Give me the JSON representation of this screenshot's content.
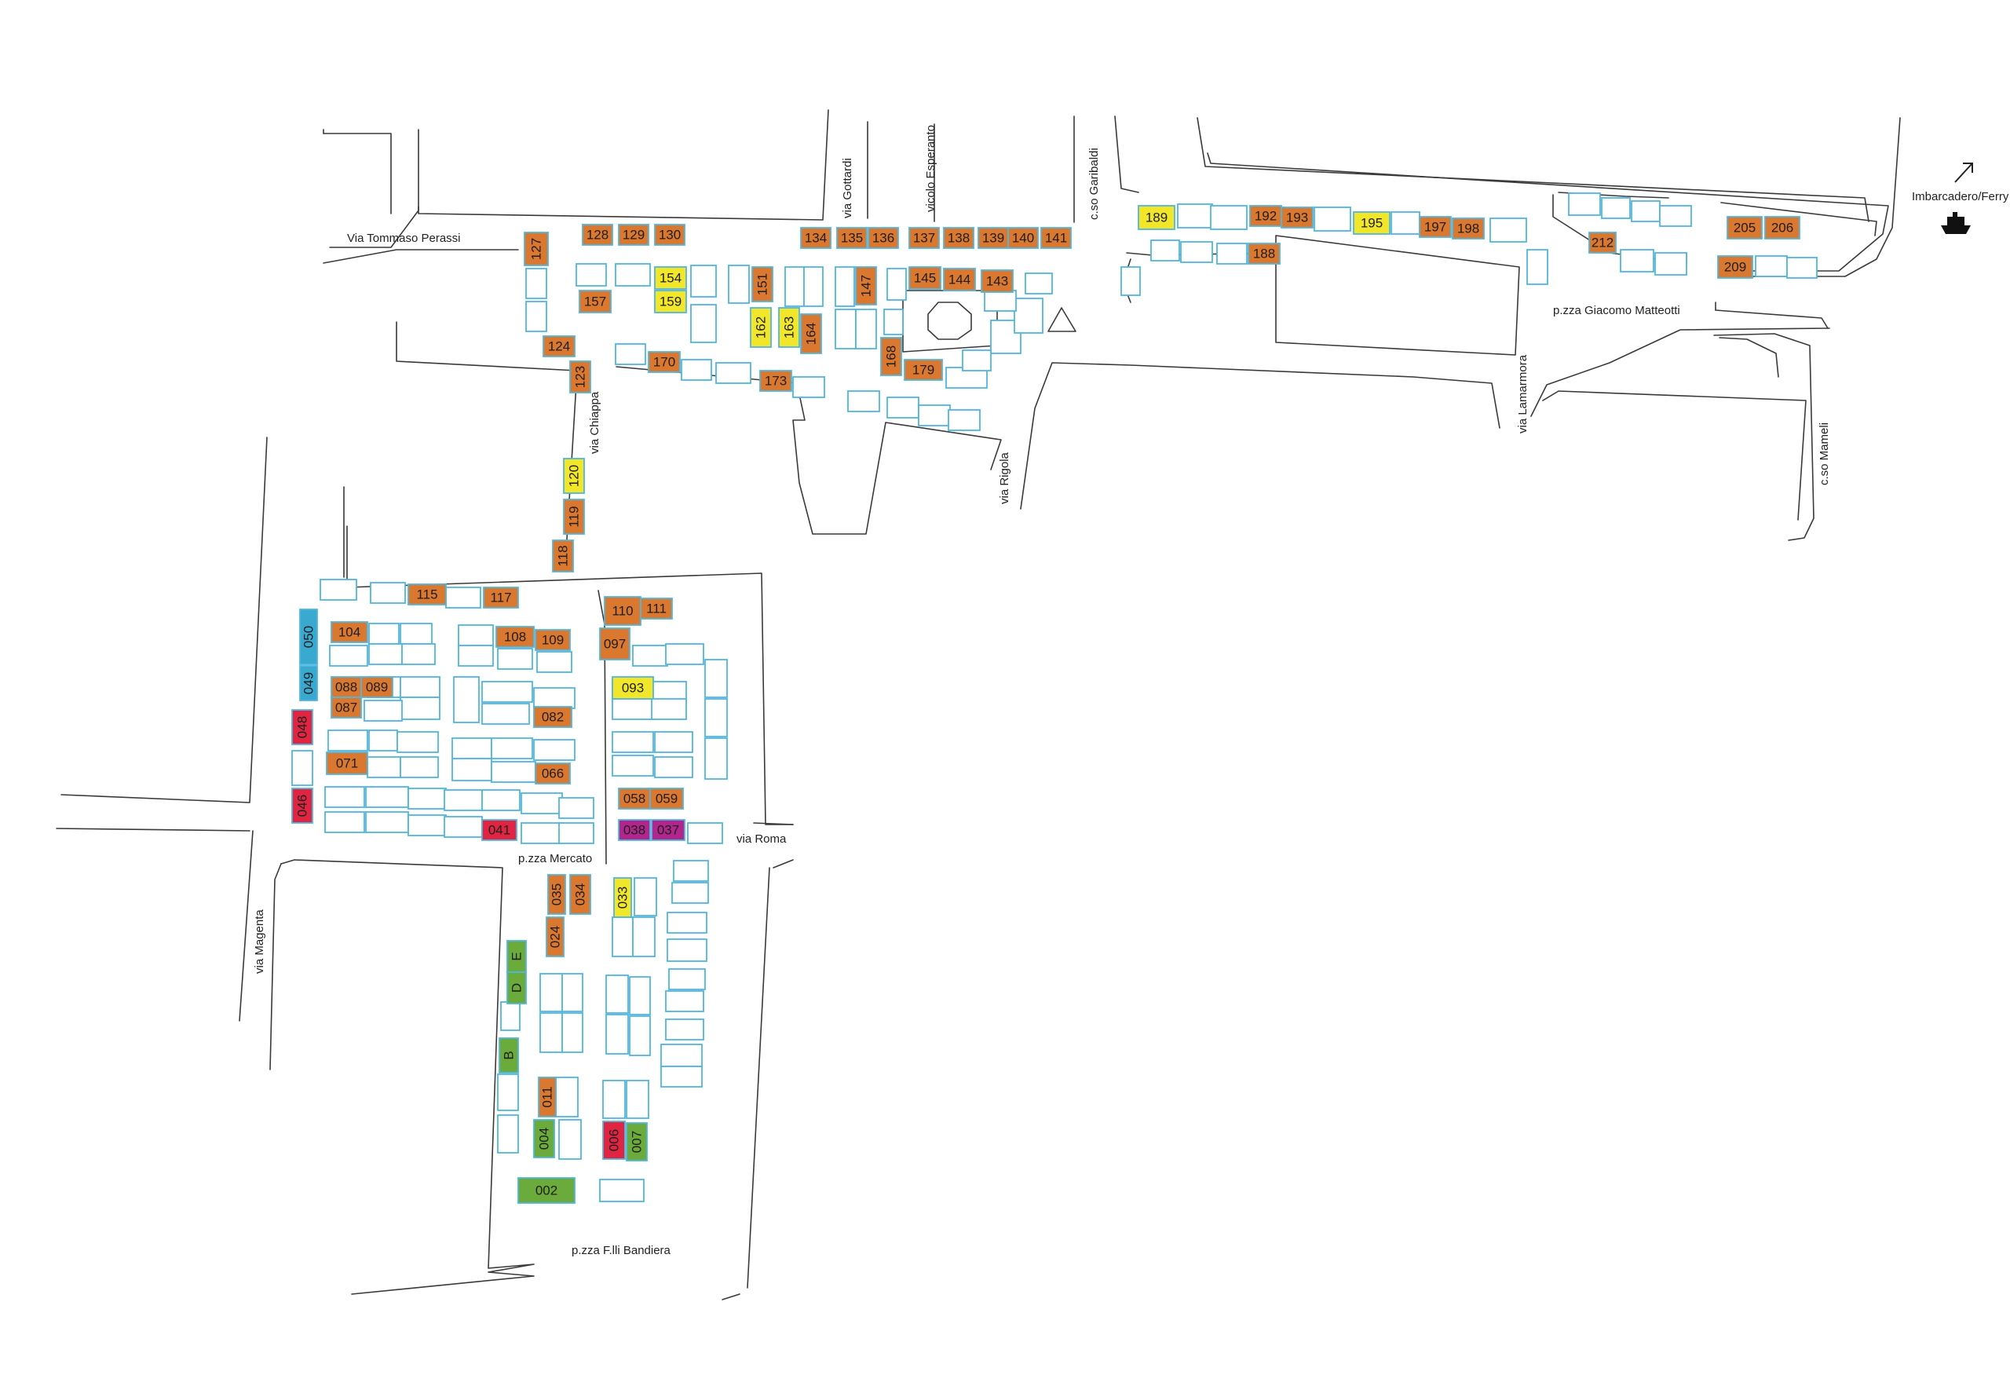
{
  "colors": {
    "orange": "#d9782e",
    "yellow": "#f2e62a",
    "red": "#e02543",
    "blue": "#3aa9cf",
    "purple": "#b0268d",
    "green": "#6bab3b",
    "empty_outline": "#4fb6e0",
    "road": "#3a3a3a"
  },
  "streets": {
    "via_tommaso_perassi": "Via Tommaso Perassi",
    "via_gottardi": "via Gottardi",
    "vicolo_esperanto": "vicolo Esperanto",
    "cso_garibaldi": "c.so Garibaldi",
    "imbarcadero": "Imbarcadero/Ferry",
    "pzza_matteotti": "p.zza Giacomo Matteotti",
    "via_lamarmora": "via Lamarmora",
    "cso_mameli": "c.so Mameli",
    "via_rigola": "via Rigola",
    "via_chiappa": "via Chiappa",
    "via_roma": "via Roma",
    "pzza_mercato": "p.zza Mercato",
    "via_magenta": "via Magenta",
    "pzza_bandiera": "p.zza F.lli Bandiera"
  },
  "icons": {
    "ferry": "ferry-icon",
    "arrow": "arrow-up-right-icon"
  },
  "stalls": [
    {
      "label": "127",
      "color": "orange"
    },
    {
      "label": "128",
      "color": "orange"
    },
    {
      "label": "129",
      "color": "orange"
    },
    {
      "label": "130",
      "color": "orange"
    },
    {
      "label": "134",
      "color": "orange"
    },
    {
      "label": "135",
      "color": "orange"
    },
    {
      "label": "136",
      "color": "orange"
    },
    {
      "label": "137",
      "color": "orange"
    },
    {
      "label": "138",
      "color": "orange"
    },
    {
      "label": "139",
      "color": "orange"
    },
    {
      "label": "140",
      "color": "orange"
    },
    {
      "label": "141",
      "color": "orange"
    },
    {
      "label": "154",
      "color": "yellow"
    },
    {
      "label": "157",
      "color": "orange"
    },
    {
      "label": "159",
      "color": "yellow"
    },
    {
      "label": "151",
      "color": "orange"
    },
    {
      "label": "162",
      "color": "yellow"
    },
    {
      "label": "163",
      "color": "yellow"
    },
    {
      "label": "164",
      "color": "orange"
    },
    {
      "label": "147",
      "color": "orange"
    },
    {
      "label": "145",
      "color": "orange"
    },
    {
      "label": "144",
      "color": "orange"
    },
    {
      "label": "143",
      "color": "orange"
    },
    {
      "label": "168",
      "color": "orange"
    },
    {
      "label": "179",
      "color": "orange"
    },
    {
      "label": "124",
      "color": "orange"
    },
    {
      "label": "123",
      "color": "orange"
    },
    {
      "label": "170",
      "color": "orange"
    },
    {
      "label": "173",
      "color": "orange"
    },
    {
      "label": "120",
      "color": "yellow"
    },
    {
      "label": "119",
      "color": "orange"
    },
    {
      "label": "118",
      "color": "orange"
    },
    {
      "label": "189",
      "color": "yellow"
    },
    {
      "label": "192",
      "color": "orange"
    },
    {
      "label": "193",
      "color": "orange"
    },
    {
      "label": "195",
      "color": "yellow"
    },
    {
      "label": "197",
      "color": "orange"
    },
    {
      "label": "198",
      "color": "orange"
    },
    {
      "label": "188",
      "color": "orange"
    },
    {
      "label": "212",
      "color": "orange"
    },
    {
      "label": "205",
      "color": "orange"
    },
    {
      "label": "206",
      "color": "orange"
    },
    {
      "label": "209",
      "color": "orange"
    },
    {
      "label": "115",
      "color": "orange"
    },
    {
      "label": "117",
      "color": "orange"
    },
    {
      "label": "110",
      "color": "orange"
    },
    {
      "label": "111",
      "color": "orange"
    },
    {
      "label": "104",
      "color": "orange"
    },
    {
      "label": "108",
      "color": "orange"
    },
    {
      "label": "109",
      "color": "orange"
    },
    {
      "label": "097",
      "color": "orange"
    },
    {
      "label": "050",
      "color": "blue"
    },
    {
      "label": "049",
      "color": "blue"
    },
    {
      "label": "088",
      "color": "orange"
    },
    {
      "label": "089",
      "color": "orange"
    },
    {
      "label": "087",
      "color": "orange"
    },
    {
      "label": "093",
      "color": "yellow"
    },
    {
      "label": "082",
      "color": "orange"
    },
    {
      "label": "048",
      "color": "red"
    },
    {
      "label": "071",
      "color": "orange"
    },
    {
      "label": "066",
      "color": "orange"
    },
    {
      "label": "046",
      "color": "red"
    },
    {
      "label": "058",
      "color": "orange"
    },
    {
      "label": "059",
      "color": "orange"
    },
    {
      "label": "041",
      "color": "red"
    },
    {
      "label": "038",
      "color": "purple"
    },
    {
      "label": "037",
      "color": "purple"
    },
    {
      "label": "035",
      "color": "orange"
    },
    {
      "label": "034",
      "color": "orange"
    },
    {
      "label": "033",
      "color": "yellow"
    },
    {
      "label": "024",
      "color": "orange"
    },
    {
      "label": "E",
      "color": "green"
    },
    {
      "label": "D",
      "color": "green"
    },
    {
      "label": "B",
      "color": "green"
    },
    {
      "label": "011",
      "color": "orange"
    },
    {
      "label": "004",
      "color": "green"
    },
    {
      "label": "006",
      "color": "red"
    },
    {
      "label": "007",
      "color": "green"
    },
    {
      "label": "002",
      "color": "green"
    }
  ]
}
